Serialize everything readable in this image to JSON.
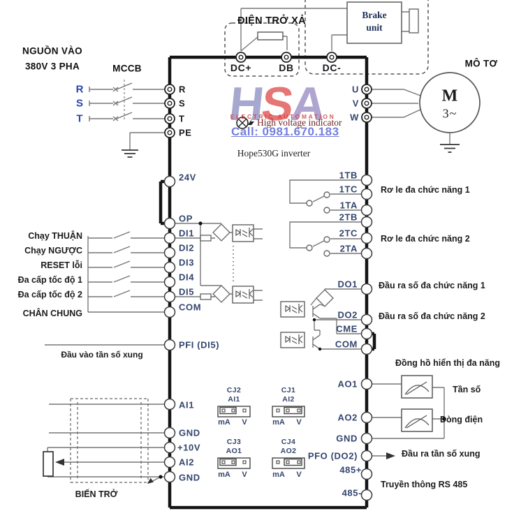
{
  "colors": {
    "terminal_label": "#33456e",
    "power_terminal_label": "#16181c",
    "source_label": "#2746ad",
    "wire": "#777777",
    "outline": "#141414",
    "annotation": "#1b1b1b",
    "watermark_h": "#8e90c4",
    "watermark_s": "#e04f4f",
    "watermark_a": "#9a8bc3",
    "watermark_subtitle": "#cf3d3d",
    "watermark_phone": "#5c68d6",
    "hv_text": "#6e2522",
    "brake_text": "#1f3058"
  },
  "title": {
    "model": "Hope530G inverter"
  },
  "power_input": {
    "line1": "NGUỒN VÀO",
    "line2": "380V 3 PHA",
    "breaker": "MCCB",
    "phases": [
      "R",
      "S",
      "T"
    ]
  },
  "brake": {
    "resistor_label": "ĐIỆN TRỞ XẢ",
    "unit_line1": "Brake",
    "unit_line2": "unit"
  },
  "motor": {
    "label": "MÔ TƠ",
    "symbol": "M",
    "phase": "3~"
  },
  "dc_terminals": [
    "DC+",
    "DB",
    "DC-"
  ],
  "left_terminals": [
    "R",
    "S",
    "T",
    "PE",
    "24V",
    "OP",
    "DI1",
    "DI2",
    "DI3",
    "DI4",
    "DI5",
    "COM",
    "PFI (DI5)",
    "AI1",
    "GND",
    "+10V",
    "AI2",
    "GND"
  ],
  "right_terminals": [
    "U",
    "V",
    "W",
    "1TB",
    "1TC",
    "1TA",
    "2TB",
    "2TC",
    "2TA",
    "DO1",
    "DO2",
    "CME",
    "COM",
    "AO1",
    "AO2",
    "GND",
    "PFO (DO2)",
    "485+",
    "485-"
  ],
  "left_labels": {
    "run_forward": "Chạy THUẬN",
    "run_reverse": "Chạy NGƯỢC",
    "reset": "RESET lỗi",
    "multispeed1": "Đa cấp tốc độ 1",
    "multispeed2": "Đa cấp tốc độ 2",
    "common": "CHÂN CHUNG",
    "pulse_input": "Đầu vào tần số xung",
    "potentiometer": "BIẾN TRỞ"
  },
  "right_labels": {
    "relay1": "Rơ le đa chức năng 1",
    "relay2": "Rơ le đa chức năng 2",
    "digital_out1": "Đầu ra số đa chức năng 1",
    "digital_out2": "Đầu ra số đa chức năng 2",
    "meters": "Đồng hồ hiển thị đa năng",
    "frequency": "Tần số",
    "current": "Dòng điện",
    "pulse_output": "Đầu ra tần số xung",
    "rs485": "Truyền thông RS 485"
  },
  "watermark": {
    "letters": [
      "H",
      "S",
      "A"
    ],
    "subtitle": "ELECTRIC AUTOMATION",
    "phone": "Call: 0981.670.183",
    "hv_indicator": "High voltage indicator"
  },
  "jumpers": [
    {
      "name": "CJ2",
      "signal": "AI1",
      "left": "mA",
      "right": "V",
      "selected": "mA"
    },
    {
      "name": "CJ1",
      "signal": "AI2",
      "left": "mA",
      "right": "V",
      "selected": "V"
    },
    {
      "name": "CJ3",
      "signal": "AO1",
      "left": "mA",
      "right": "V",
      "selected": "mA"
    },
    {
      "name": "CJ4",
      "signal": "AO2",
      "left": "mA",
      "right": "V",
      "selected": "V"
    }
  ]
}
